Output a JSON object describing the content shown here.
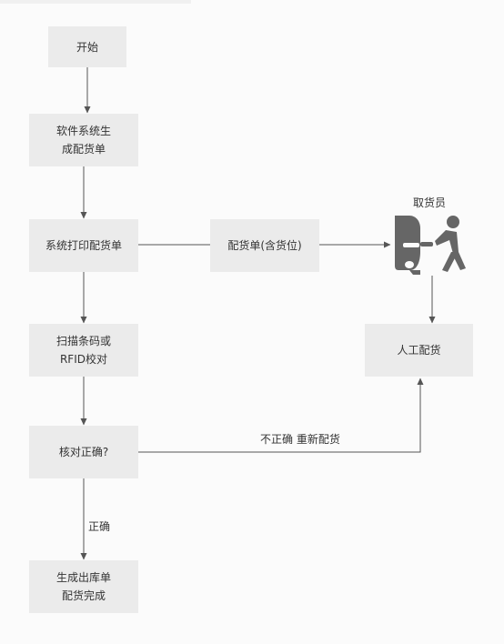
{
  "nodes": {
    "start": {
      "lines": [
        "开始"
      ]
    },
    "generate": {
      "lines": [
        "软件系统生",
        "成配货单"
      ]
    },
    "print": {
      "lines": [
        "系统打印配货单"
      ]
    },
    "picking_list": {
      "lines": [
        "配货单(含货位)"
      ]
    },
    "scan": {
      "lines": [
        "扫描条码或",
        "RFID校对"
      ]
    },
    "check": {
      "lines": [
        "核对正确?"
      ]
    },
    "finish": {
      "lines": [
        "生成出库单",
        "配货完成"
      ]
    },
    "manual": {
      "lines": [
        "人工配货"
      ]
    }
  },
  "labels": {
    "picker": "取货员",
    "incorrect": "不正确 重新配货",
    "correct": "正确"
  },
  "icons": {
    "picker": "person-pushing-cart-icon"
  },
  "colors": {
    "node_fill": "#ebebeb",
    "line": "#555555",
    "icon": "#666666"
  }
}
